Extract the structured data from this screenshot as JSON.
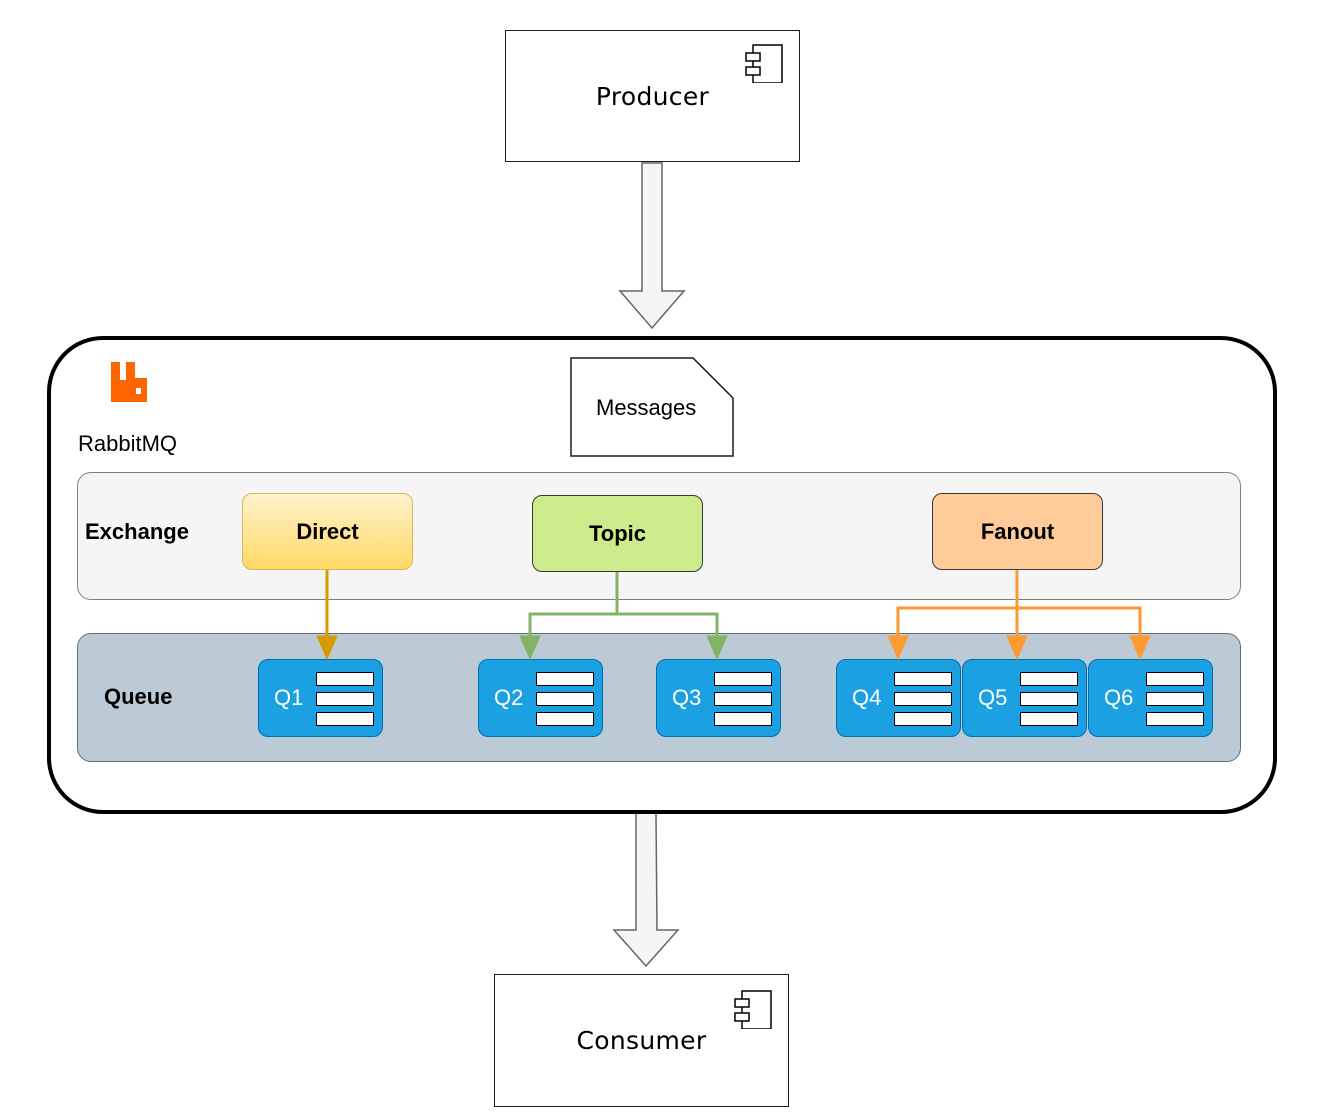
{
  "producer": {
    "label": "Producer",
    "icon": "component-icon"
  },
  "consumer": {
    "label": "Consumer",
    "icon": "component-icon"
  },
  "broker": {
    "label": "RabbitMQ",
    "logo": "rabbitmq-logo",
    "logo_color": "#ff6600"
  },
  "message_doc": {
    "label": "Messages"
  },
  "exchange_lane": {
    "label": "Exchange",
    "exchanges": [
      {
        "label": "Direct",
        "color": "#ffd966"
      },
      {
        "label": "Topic",
        "color": "#cdeb8b"
      },
      {
        "label": "Fanout",
        "color": "#ffcc99"
      }
    ]
  },
  "queue_lane": {
    "label": "Queue",
    "queues": [
      {
        "label": "Q1"
      },
      {
        "label": "Q2"
      },
      {
        "label": "Q3"
      },
      {
        "label": "Q4"
      },
      {
        "label": "Q5"
      },
      {
        "label": "Q6"
      }
    ],
    "color": "#1ba1e2"
  },
  "edge_colors": {
    "direct": "#d79b00",
    "topic": "#82b366",
    "fanout": "#ff9933"
  }
}
